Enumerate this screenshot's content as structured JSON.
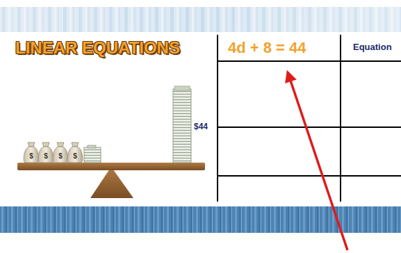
{
  "diagram": {
    "title": "LINEAR EQUATIONS",
    "labels": [
      "4d + 8 = 44",
      "Equation",
      "$44",
      "$",
      "$",
      "$",
      "$"
    ]
  }
}
